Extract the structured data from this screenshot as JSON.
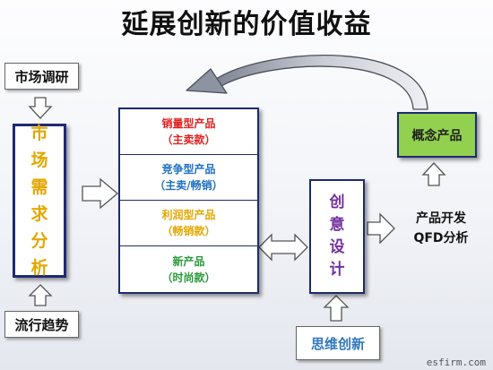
{
  "title": "延展创新的价值收益",
  "market_research": "市场调研",
  "market_analysis": [
    "市",
    "场",
    "需",
    "求",
    "分",
    "析"
  ],
  "trend": "流行趋势",
  "product_types": [
    {
      "line1": "销量型产品",
      "line2": "（主卖款）",
      "color": "#e02020"
    },
    {
      "line1": "竞争型产品",
      "line2": "（主卖/畅销）",
      "color": "#1f6fc0"
    },
    {
      "line1": "利润型产品",
      "line2": "（畅销款）",
      "color": "#e3a700"
    },
    {
      "line1": "新产品",
      "line2": "（时尚款）",
      "color": "#2a9a3a"
    }
  ],
  "creative_design": [
    "创",
    "意",
    "设",
    "计"
  ],
  "concept_product": "概念产品",
  "product_dev": [
    "产品开发",
    "QFD分析"
  ],
  "thinking_innovation": "思维创新",
  "watermark": "esfirm.com",
  "colors": {
    "title": "#111111",
    "box_border": "#1d2a73",
    "market_text": "#e3a700",
    "creative_text": "#7030a0",
    "concept_fill": "#92d050",
    "thinking_text": "#2f78c0"
  }
}
